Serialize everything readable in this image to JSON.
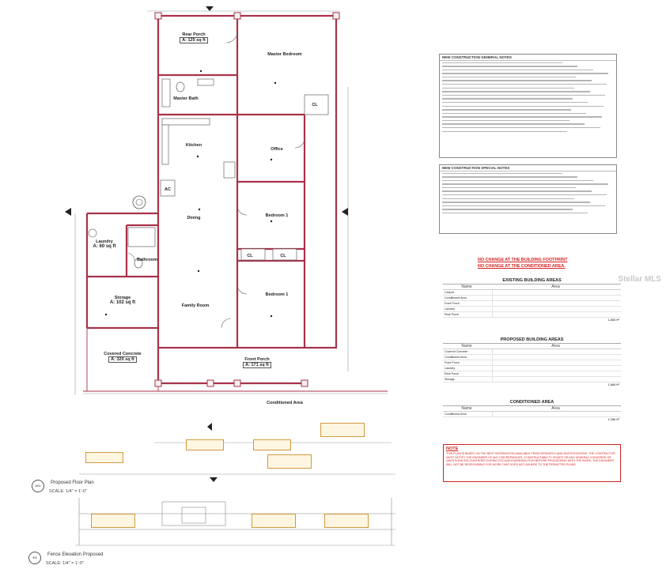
{
  "rooms": {
    "rear_porch": {
      "name": "Rear Porch",
      "area": "A: 125 sq ft"
    },
    "master_bedroom": {
      "name": "Master Bedroom"
    },
    "master_bath": {
      "name": "Master Bath"
    },
    "kitchen": {
      "name": "Kitchen"
    },
    "office": {
      "name": "Office"
    },
    "ac": "AC",
    "dining": {
      "name": "Dining"
    },
    "bedroom1_upper": {
      "name": "Bedroom 1"
    },
    "laundry": {
      "name": "Laundry",
      "area": "A: 60 sq ft"
    },
    "bathroom": {
      "name": "Bathroom"
    },
    "storage": {
      "name": "Storage",
      "area": "A: 102 sq ft"
    },
    "family_room": {
      "name": "Family Room"
    },
    "bedroom1_lower": {
      "name": "Bedroom 1"
    },
    "covered_concrete": {
      "name": "Covered Concrete",
      "area": "A: 320 sq ft"
    },
    "front_porch": {
      "name": "Front Porch",
      "area": "A: 171 sq ft"
    },
    "conditioned_area": {
      "name": "Conditioned Area"
    },
    "closet": "CL"
  },
  "general_notes_title": "NEW CONSTRUCTION GENERAL NOTES",
  "general_notes_lines": 20,
  "special_notes_title": "NEW CONSTRUCTION SPECIAL NOTES",
  "special_notes_lines": 12,
  "warnings": [
    "NO CHANGE AT THE BUILDING FOOTPRINT",
    "NO CHANGE AT THE CONDITIONED AREA."
  ],
  "existing_areas": {
    "title": "EXISTING BUILDING AREAS",
    "col_name": "Name",
    "col_area": "Area",
    "rows": [
      "Carport",
      "Conditioned Area",
      "Front Porch",
      "Laundry",
      "Rear Porch"
    ],
    "total": "1,866 ft²"
  },
  "proposed_areas": {
    "title": "PROPOSED BUILDING AREAS",
    "col_name": "Name",
    "col_area": "Area",
    "rows": [
      "Covered Concrete",
      "Conditioned Area",
      "Front Porch",
      "Laundry",
      "Rear Porch",
      "Storage"
    ],
    "total": "1,866 ft²"
  },
  "conditioned_area_table": {
    "title": "CONDITIONED AREA",
    "col_name": "Name",
    "col_area": "Area",
    "rows": [
      "Conditioned Area"
    ],
    "total": "1,086 ft²"
  },
  "note": {
    "title": "NOTE",
    "text": "THIS PLAN IS BASED ON THE BEST INFORMATION AVAILABLE FROM RESEARCH AND INVESTIGATIONS. THE CONTRACTOR MUST NOTIFY THE ENGINEER OF ANY DISCREPANCIES, CONSTRUCTABILITY ISSUES OR ANY GENERAL CONCERNS OR QUESTIONS ENCOUNTERED DURING EXCAVATION/DEMOLITION BEFORE PROCEEDING WITH THE WORK. THE ENGINEER WILL NOT BE RESPONSIBLE FOR WORK THAT DOES NOT ADHERE TO THE PERMITTED PLANS."
  },
  "floor_plan_block": {
    "number": "A01",
    "title": "Proposed Floor Plan",
    "scale": "SCALE: 1/4\" = 1'-0\""
  },
  "elevation_block": {
    "number": "E5",
    "title": "Fence Elevation Proposed",
    "scale": "SCALE: 1/4\" = 1'-0\""
  },
  "watermark": "Stellar MLS",
  "colors": {
    "wall": "#a8324a",
    "grid": "#888888",
    "warning": "#d61f1f",
    "callout_border": "#cf9a3f",
    "callout_fill": "#fff6e2"
  }
}
